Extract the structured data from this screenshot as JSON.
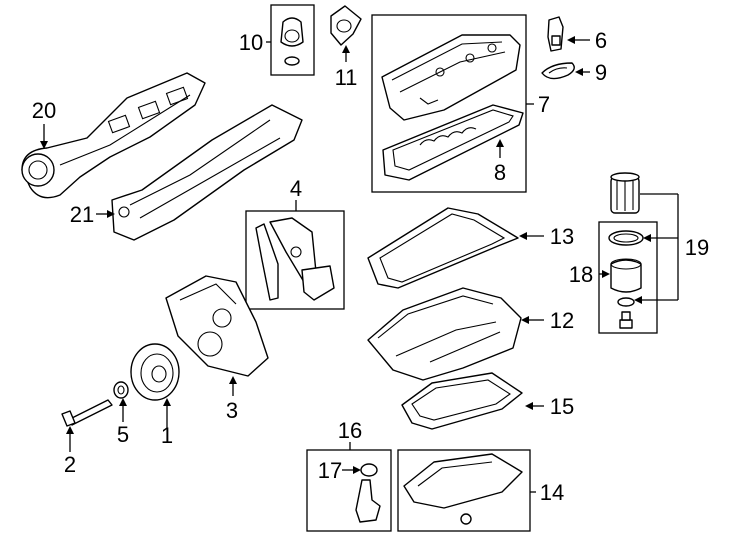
{
  "callouts": [
    {
      "id": "1",
      "text": "1"
    },
    {
      "id": "2",
      "text": "2"
    },
    {
      "id": "3",
      "text": "3"
    },
    {
      "id": "4",
      "text": "4"
    },
    {
      "id": "5",
      "text": "5"
    },
    {
      "id": "6",
      "text": "6"
    },
    {
      "id": "7",
      "text": "7"
    },
    {
      "id": "8",
      "text": "8"
    },
    {
      "id": "9",
      "text": "9"
    },
    {
      "id": "10",
      "text": "10"
    },
    {
      "id": "11",
      "text": "11"
    },
    {
      "id": "12",
      "text": "12"
    },
    {
      "id": "13",
      "text": "13"
    },
    {
      "id": "14",
      "text": "14"
    },
    {
      "id": "15",
      "text": "15"
    },
    {
      "id": "16",
      "text": "16"
    },
    {
      "id": "17",
      "text": "17"
    },
    {
      "id": "18",
      "text": "18"
    },
    {
      "id": "19",
      "text": "19"
    },
    {
      "id": "20",
      "text": "20"
    },
    {
      "id": "21",
      "text": "21"
    }
  ]
}
